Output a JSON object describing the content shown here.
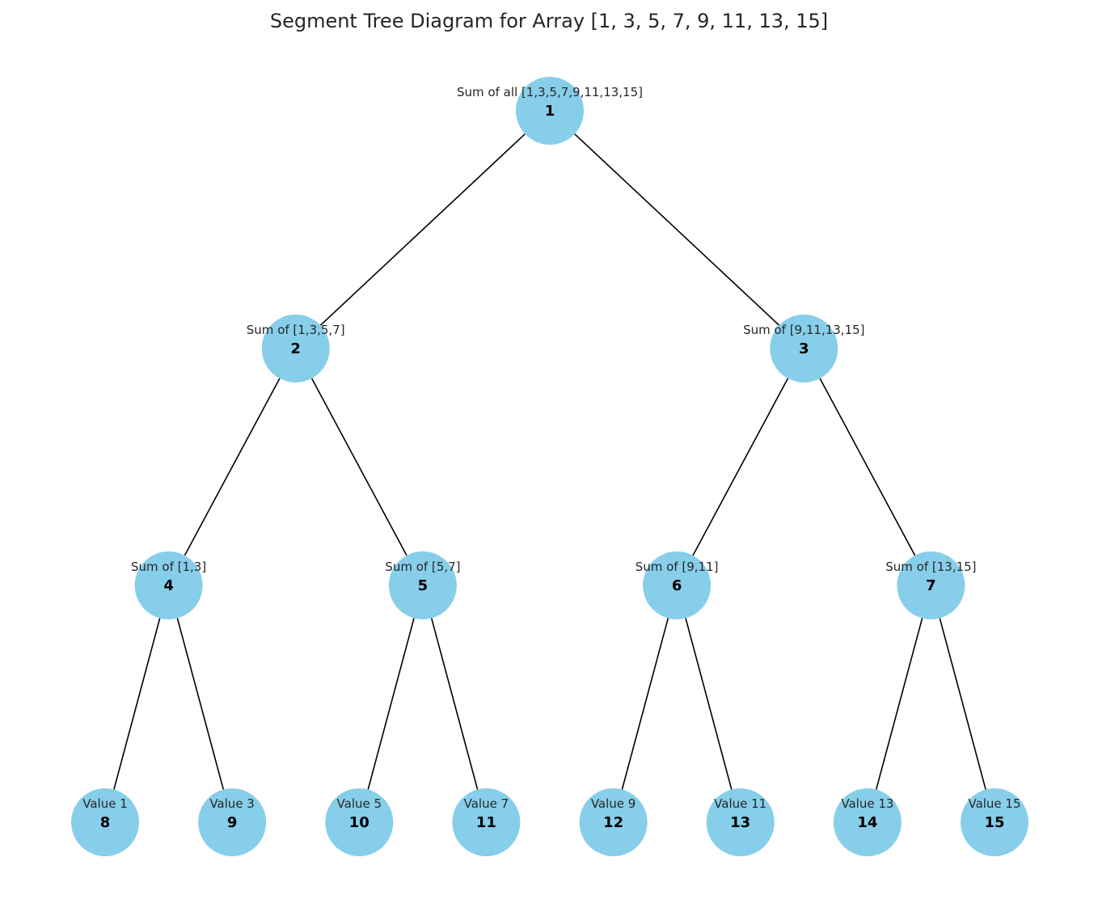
{
  "title": "Segment Tree Diagram for Array [1, 3, 5, 7, 9, 11, 13, 15]",
  "colors": {
    "node_fill": "#87ceeb",
    "edge": "#000000",
    "text": "#262626"
  },
  "nodes": [
    {
      "id": "1",
      "label": "Sum of all [1,3,5,7,9,11,13,15]"
    },
    {
      "id": "2",
      "label": "Sum of [1,3,5,7]"
    },
    {
      "id": "3",
      "label": "Sum of [9,11,13,15]"
    },
    {
      "id": "4",
      "label": "Sum of [1,3]"
    },
    {
      "id": "5",
      "label": "Sum of [5,7]"
    },
    {
      "id": "6",
      "label": "Sum of [9,11]"
    },
    {
      "id": "7",
      "label": "Sum of [13,15]"
    },
    {
      "id": "8",
      "label": "Value 1"
    },
    {
      "id": "9",
      "label": "Value 3"
    },
    {
      "id": "10",
      "label": "Value 5"
    },
    {
      "id": "11",
      "label": "Value 7"
    },
    {
      "id": "12",
      "label": "Value 9"
    },
    {
      "id": "13",
      "label": "Value 11"
    },
    {
      "id": "14",
      "label": "Value 13"
    },
    {
      "id": "15",
      "label": "Value 15"
    }
  ],
  "edges": [
    [
      "1",
      "2"
    ],
    [
      "1",
      "3"
    ],
    [
      "2",
      "4"
    ],
    [
      "2",
      "5"
    ],
    [
      "3",
      "6"
    ],
    [
      "3",
      "7"
    ],
    [
      "4",
      "8"
    ],
    [
      "4",
      "9"
    ],
    [
      "5",
      "10"
    ],
    [
      "5",
      "11"
    ],
    [
      "6",
      "12"
    ],
    [
      "6",
      "13"
    ],
    [
      "7",
      "14"
    ],
    [
      "7",
      "15"
    ]
  ]
}
